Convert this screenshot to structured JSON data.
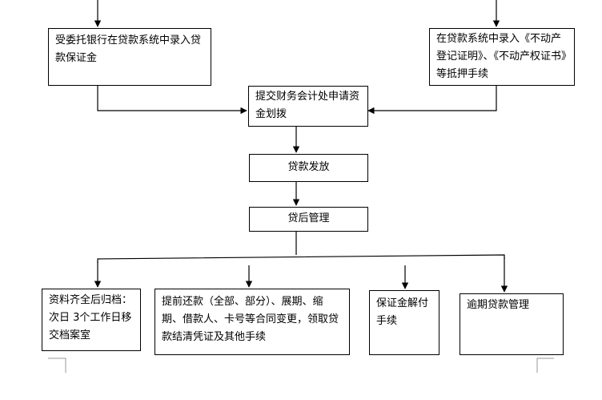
{
  "flowchart": {
    "top_left_box": "受委托银行在贷款系统中录入贷款保证金",
    "top_right_box": "在贷款系统中录入《不动产登记证明》、《不动产权证书》等抵押手续",
    "apply_box": "提交财务会计处申请资金划拨",
    "loan_issue_box": "贷款发放",
    "post_loan_box": "贷后管理",
    "branches": [
      "资料齐全后归档：次日 3个工作日移交档案室",
      "提前还款（全部、部分）、展期、缩期、借款人、卡号等合同变更，领取贷款结清凭证及其他手续",
      "保证金解付手续",
      "逾期贷款管理"
    ]
  }
}
